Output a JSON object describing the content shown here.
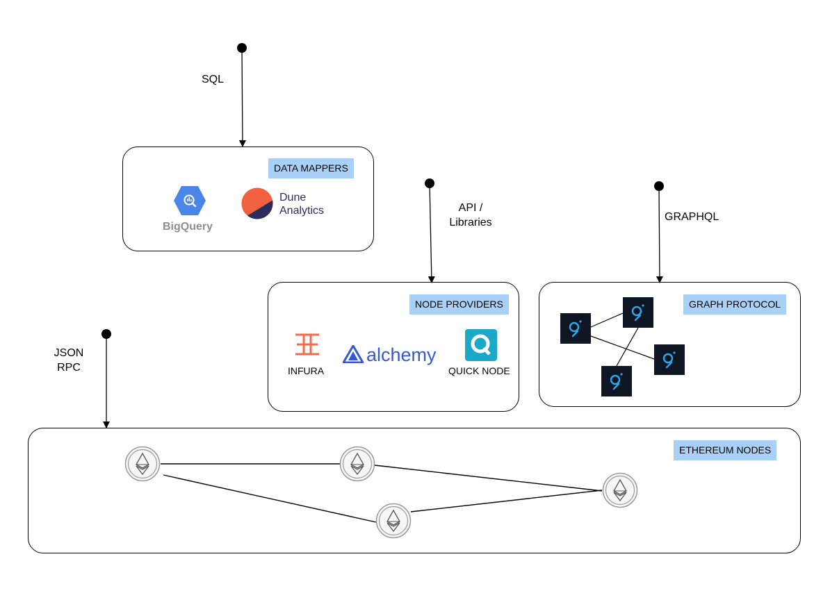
{
  "connections": {
    "sql": "SQL",
    "api": "API /\nLibraries",
    "graphql": "GRAPHQL",
    "json_rpc": "JSON\nRPC"
  },
  "groups": {
    "data_mappers": {
      "title": "DATA MAPPERS",
      "bigquery": "BigQuery",
      "dune_line1": "Dune",
      "dune_line2": "Analytics"
    },
    "node_providers": {
      "title": "NODE PROVIDERS",
      "infura": "INFURA",
      "alchemy": "alchemy",
      "quicknode": "QUICK NODE"
    },
    "graph_protocol": {
      "title": "GRAPH PROTOCOL"
    },
    "ethereum_nodes": {
      "title": "ETHEREUM NODES"
    }
  },
  "colors": {
    "tag_background": "#a9d1f7",
    "bigquery_blue": "#4a86e8",
    "dune_orange": "#f1603f",
    "dune_navy": "#2b2c5e",
    "infura_orange": "#f26b4a",
    "alchemy_blue": "#3559d6",
    "quicknode_teal": "#1ba9c9",
    "graph_tile": "#0f1623",
    "graph_accent": "#2fa5e8"
  },
  "icons": [
    "bigquery-icon",
    "dune-icon",
    "infura-icon",
    "alchemy-icon",
    "quicknode-icon",
    "graph-node-icon",
    "ethereum-node-icon"
  ]
}
